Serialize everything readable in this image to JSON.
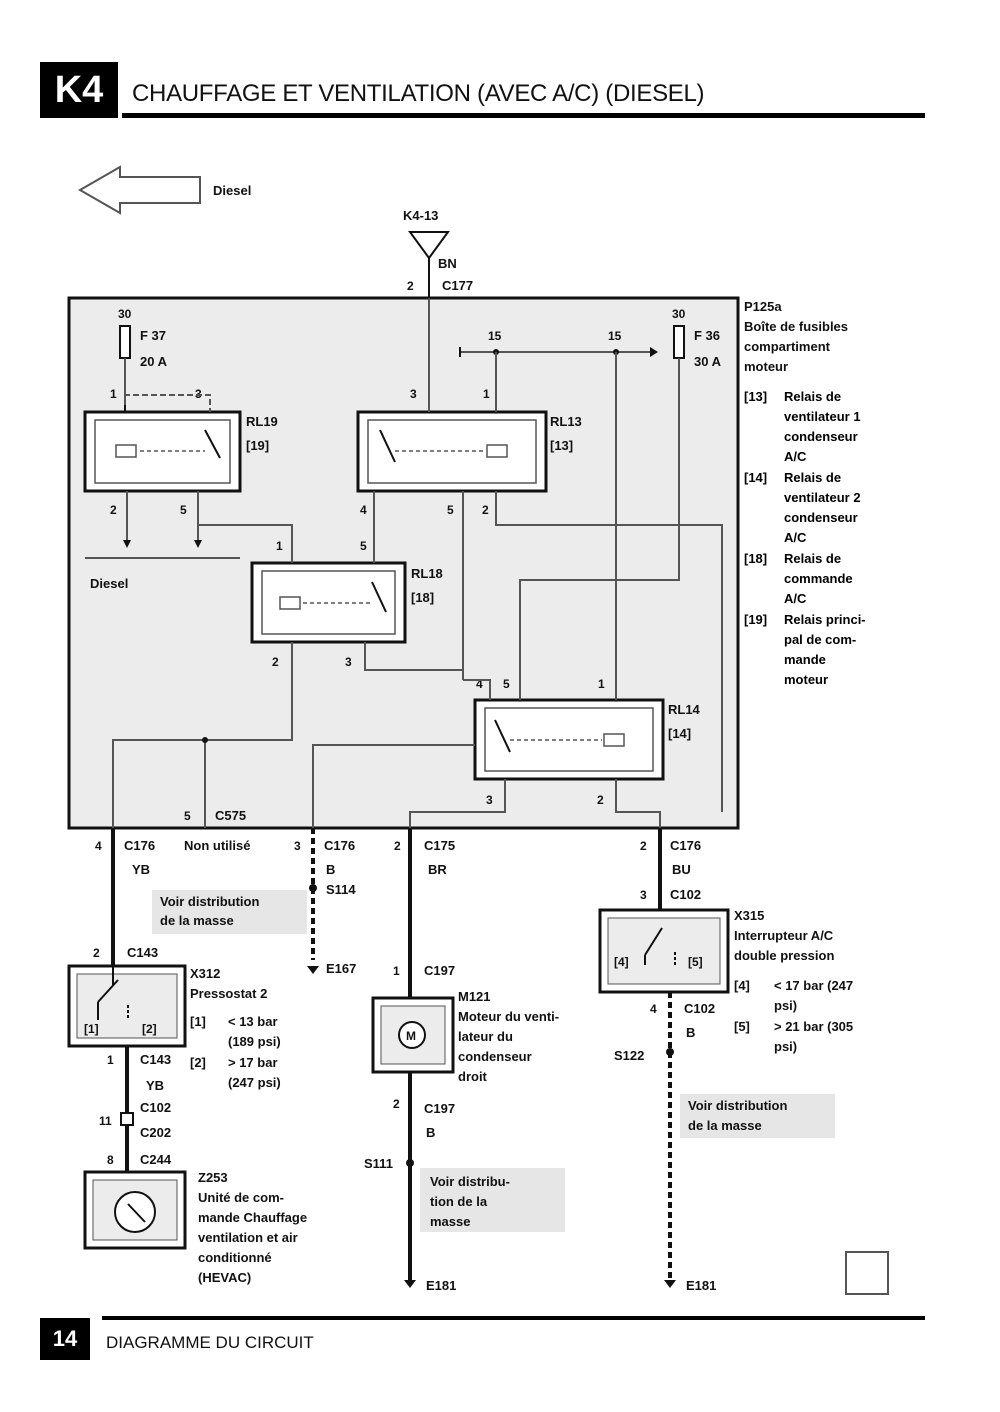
{
  "header": {
    "section_code": "K4",
    "title": "CHAUFFAGE ET VENTILATION (AVEC A/C) (DIESEL)"
  },
  "footer": {
    "page_number": "14",
    "label": "DIAGRAMME DU CIRCUIT"
  },
  "diagram": {
    "arrow_label": "Diesel",
    "feed": {
      "ref": "K4-13",
      "wire_color": "BN",
      "pin": "2",
      "connector": "C177"
    },
    "fuse_box": {
      "ref": "P125a",
      "description": [
        "Boîte de fusibles",
        "compartiment",
        "moteur"
      ],
      "legend": [
        {
          "key": "[13]",
          "lines": [
            "Relais de",
            "ventilateur 1",
            "condenseur",
            "A/C"
          ]
        },
        {
          "key": "[14]",
          "lines": [
            "Relais de",
            "ventilateur 2",
            "condenseur",
            "A/C"
          ]
        },
        {
          "key": "[18]",
          "lines": [
            "Relais de",
            "commande",
            "A/C"
          ]
        },
        {
          "key": "[19]",
          "lines": [
            "Relais princi-",
            "pal de com-",
            "mande",
            "moteur"
          ]
        }
      ]
    },
    "fuses": [
      {
        "ref": "F 37",
        "supply": "30",
        "rating": "20 A"
      },
      {
        "ref": "F 36",
        "supply": "30",
        "rating": "30 A"
      }
    ],
    "bus_labels": [
      "15",
      "15"
    ],
    "relays": [
      {
        "ref": "RL19",
        "index": "[19]"
      },
      {
        "ref": "RL13",
        "index": "[13]"
      },
      {
        "ref": "RL18",
        "index": "[18]"
      },
      {
        "ref": "RL14",
        "index": "[14]"
      }
    ],
    "pins": {
      "rl19_top": [
        "1",
        "3"
      ],
      "rl19_bottom": [
        "2",
        "5"
      ],
      "rl13_top": [
        "3",
        "1"
      ],
      "rl13_bottom": [
        "4",
        "5",
        "2"
      ],
      "rl18_top": [
        "1",
        "5"
      ],
      "rl18_bottom": [
        "2",
        "3"
      ],
      "rl14_top": [
        "4",
        "5",
        "1"
      ],
      "rl14_bottom": [
        "3",
        "2"
      ]
    },
    "diesel_label": "Diesel",
    "connectors": {
      "c176_a": {
        "pin": "4",
        "name": "C176",
        "color": "YB"
      },
      "c575": {
        "pin": "5",
        "name": "C575",
        "note": "Non utilisé"
      },
      "c176_b": {
        "pin": "3",
        "name": "C176",
        "color": "B"
      },
      "c175": {
        "pin": "2",
        "name": "C175",
        "color": "BR"
      },
      "c176_c": {
        "pin": "2",
        "name": "C176",
        "color": "BU"
      }
    },
    "splices": [
      "S114",
      "S111",
      "S122"
    ],
    "grounds": [
      "E167",
      "E181",
      "E181"
    ],
    "ground_note_1": [
      "Voir distribution",
      "de la masse"
    ],
    "ground_note_2": [
      "Voir distribu-",
      "tion de la",
      "masse"
    ],
    "ground_note_3": [
      "Voir distribution",
      "de la masse"
    ],
    "x312": {
      "ref": "X312",
      "name": "Pressostat 2",
      "c143_top": {
        "pin": "2",
        "name": "C143"
      },
      "c143_bottom": {
        "pin": "1",
        "name": "C143",
        "color": "YB"
      },
      "states": [
        {
          "key": "[1]",
          "lines": [
            "< 13 bar",
            "(189 psi)"
          ]
        },
        {
          "key": "[2]",
          "lines": [
            "> 17 bar",
            "(247 psi)"
          ]
        }
      ],
      "contacts": [
        "[1]",
        "[2]"
      ]
    },
    "harness": [
      {
        "pin": "11",
        "name": "C102"
      },
      {
        "pin": "",
        "name": "C202"
      },
      {
        "pin": "8",
        "name": "C244"
      }
    ],
    "z253": {
      "ref": "Z253",
      "lines": [
        "Unité de com-",
        "mande Chauffage",
        "ventilation et air",
        "conditionné",
        "(HEVAC)"
      ]
    },
    "m121": {
      "ref": "M121",
      "lines": [
        "Moteur du venti-",
        "lateur du",
        "condenseur",
        "droit"
      ],
      "c197_top": {
        "pin": "1",
        "name": "C197"
      },
      "c197_bottom": {
        "pin": "2",
        "name": "C197",
        "color": "B"
      },
      "symbol": "M"
    },
    "x315": {
      "ref": "X315",
      "lines": [
        "Interrupteur A/C",
        "double pression"
      ],
      "c102_top": {
        "pin": "3",
        "name": "C102"
      },
      "c102_bottom": {
        "pin": "4",
        "name": "C102",
        "color": "B"
      },
      "contacts": [
        "[4]",
        "[5]"
      ],
      "states": [
        {
          "key": "[4]",
          "lines": [
            "< 17 bar (247",
            "psi)"
          ]
        },
        {
          "key": "[5]",
          "lines": [
            "> 21 bar (305",
            "psi)"
          ]
        }
      ]
    }
  }
}
